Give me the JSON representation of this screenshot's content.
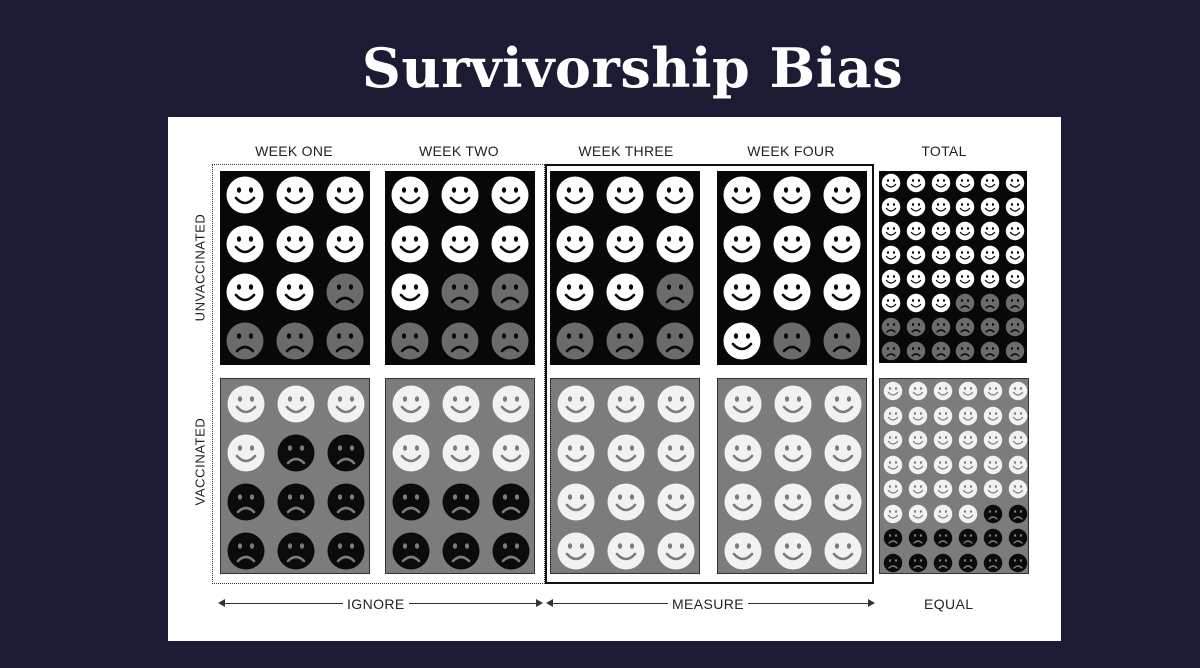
{
  "title": "Survivorship Bias",
  "columns": [
    "WEEK ONE",
    "WEEK TWO",
    "WEEK THREE",
    "WEEK FOUR",
    "TOTAL"
  ],
  "rows": [
    "UNVACCINATED",
    "VACCINATED"
  ],
  "bottom": {
    "ignore": "IGNORE",
    "measure": "MEASURE",
    "equal": "EQUAL"
  },
  "colors": {
    "slide_bg": "#1b1b33",
    "happy_unvax": "#ffffff",
    "sad_unvax": "#6b6b6b",
    "happy_vax": "#f2f2f2",
    "sad_vax": "#0b0b0b"
  },
  "weeks": {
    "unvaccinated_sad_counts": [
      4,
      5,
      4,
      2
    ],
    "vaccinated_sad_counts": [
      8,
      6,
      0,
      0
    ]
  },
  "totals": {
    "unvaccinated_sad": 15,
    "vaccinated_sad": 14
  }
}
